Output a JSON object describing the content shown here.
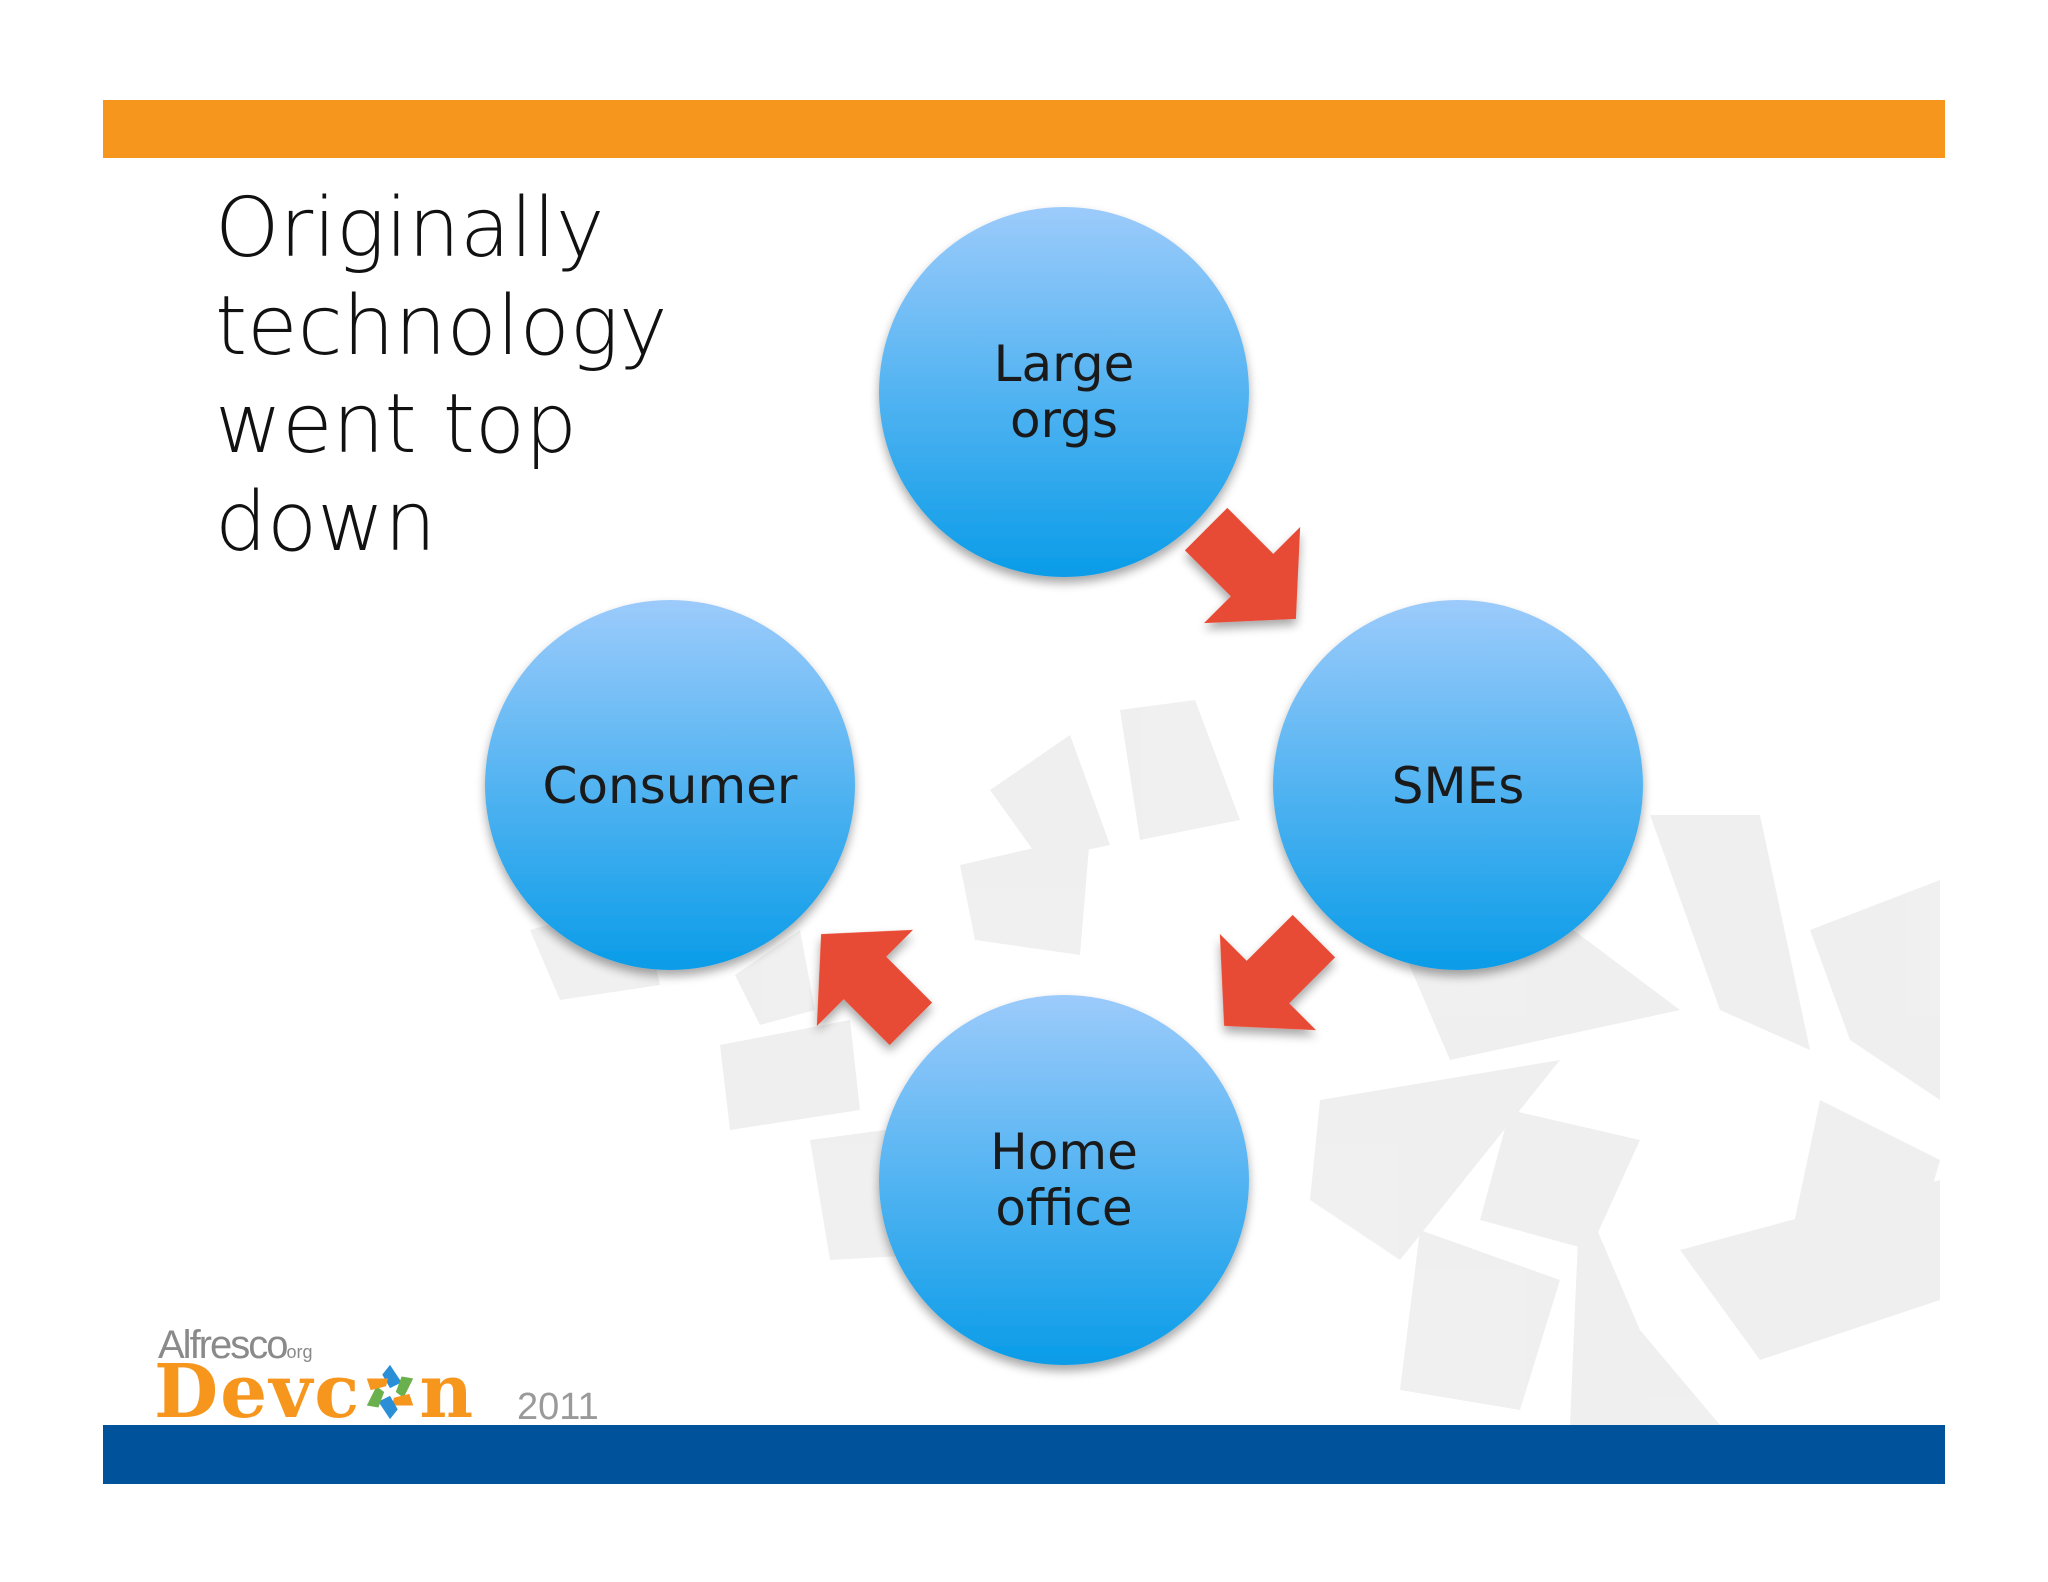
{
  "slide": {
    "title_lines": [
      "Originally",
      "technology",
      "went top",
      "down"
    ]
  },
  "diagram": {
    "nodes": [
      {
        "id": "large-orgs",
        "label_lines": [
          "Large",
          "orgs"
        ]
      },
      {
        "id": "smes",
        "label_lines": [
          "SMEs"
        ]
      },
      {
        "id": "home-office",
        "label_lines": [
          "Home",
          "office"
        ]
      },
      {
        "id": "consumer",
        "label_lines": [
          "Consumer"
        ]
      }
    ],
    "flow": [
      "large-orgs",
      "smes",
      "home-office",
      "consumer"
    ],
    "arrow_color": "#e84c35",
    "circle_colors": [
      "#9ccbfb",
      "#0a9ce8"
    ]
  },
  "branding": {
    "alfresco": "Alfresco",
    "alfresco_suffix": "org",
    "event": "Devc",
    "event_end": "n",
    "year": "2011",
    "top_bar_color": "#f7961d",
    "bottom_bar_color": "#00529b",
    "logo_color": "#f7961d"
  }
}
